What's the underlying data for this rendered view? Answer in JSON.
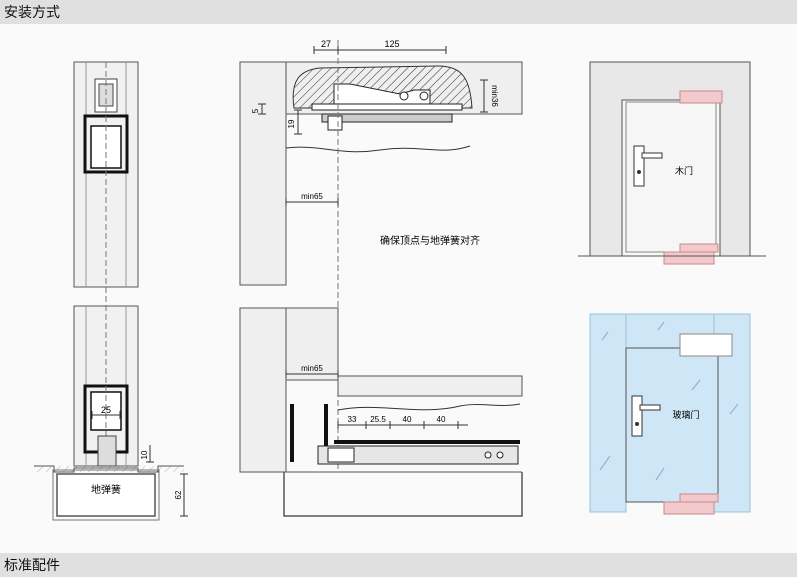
{
  "header": {
    "title": "安装方式"
  },
  "footer": {
    "title": "标准配件"
  },
  "labels": {
    "floor_spring": "地弹簧",
    "align_note": "确保顶点与地弹簧对齐",
    "wood_door": "木门",
    "glass_door": "玻璃门"
  },
  "dimensions": {
    "d27": "27",
    "d125": "125",
    "d5": "5",
    "d19": "19",
    "min36": "min36",
    "min65_top": "min65",
    "min65_bottom": "min65",
    "d33": "33",
    "d25_5": "25.5",
    "d40a": "40",
    "d40b": "40",
    "d25": "25",
    "d10": "10",
    "d62": "62"
  },
  "colors": {
    "glass": "#cfe6f7",
    "hinge": "#f2c9cc",
    "wall": "#e8e8e8",
    "line": "#444444"
  }
}
